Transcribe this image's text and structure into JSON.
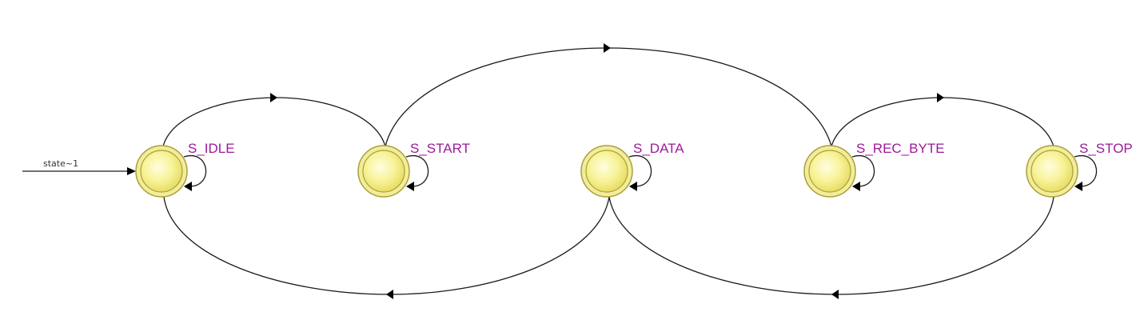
{
  "diagram": {
    "initial_transition_label": "state~1",
    "states": [
      {
        "id": "idle",
        "label": "S_IDLE"
      },
      {
        "id": "start",
        "label": "S_START"
      },
      {
        "id": "data",
        "label": "S_DATA"
      },
      {
        "id": "recbyte",
        "label": "S_REC_BYTE"
      },
      {
        "id": "stop",
        "label": "S_STOP"
      }
    ],
    "transitions": [
      {
        "from": "S_IDLE",
        "to": "S_IDLE"
      },
      {
        "from": "S_START",
        "to": "S_START"
      },
      {
        "from": "S_DATA",
        "to": "S_DATA"
      },
      {
        "from": "S_REC_BYTE",
        "to": "S_REC_BYTE"
      },
      {
        "from": "S_STOP",
        "to": "S_STOP"
      },
      {
        "from": "S_IDLE",
        "to": "S_START"
      },
      {
        "from": "S_START",
        "to": "S_REC_BYTE"
      },
      {
        "from": "S_REC_BYTE",
        "to": "S_STOP"
      },
      {
        "from": "S_DATA",
        "to": "S_IDLE"
      },
      {
        "from": "S_STOP",
        "to": "S_DATA"
      }
    ],
    "colors": {
      "state_fill": "#f8f39a",
      "state_stroke": "#a09a30",
      "label": "#9b1b9b",
      "edge": "#1a1a1a"
    }
  }
}
